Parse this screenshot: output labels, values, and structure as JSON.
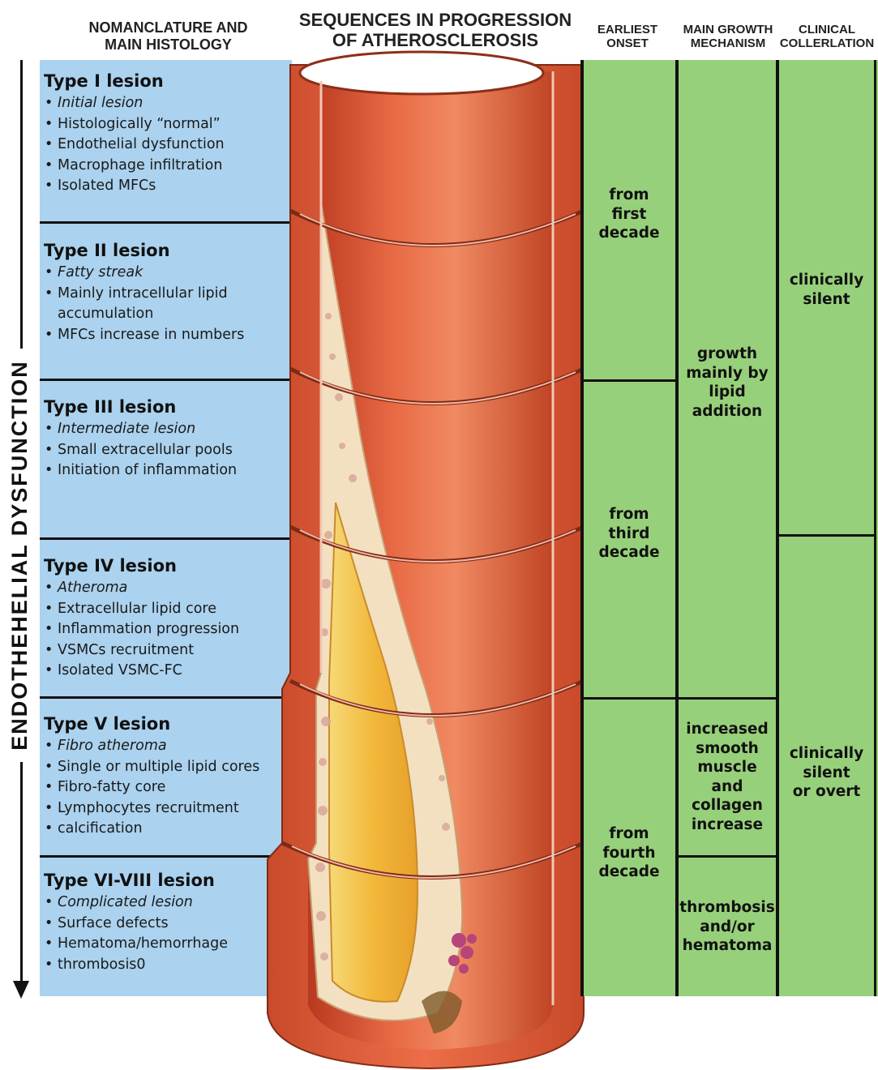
{
  "headers": {
    "nomenclature": [
      "NOMANCLATURE AND",
      "MAIN HISTOLOGY"
    ],
    "sequences": [
      "SEQUENCES IN PROGRESSION",
      "OF ATHEROSCLEROSIS"
    ],
    "onset": [
      "EARLIEST",
      "ONSET"
    ],
    "mechanism": [
      "MAIN GROWTH",
      "MECHANISM"
    ],
    "clinical": [
      "CLINICAL",
      "COLLERLATION"
    ]
  },
  "side_label": "ENDOTHEHELIAL  DYSFUNCTION",
  "lesions": [
    {
      "title": "Type I lesion",
      "items": [
        "Initial lesion",
        "Histologically “normal”",
        "Endothelial dysfunction",
        "Macrophage infiltration",
        "Isolated MFCs"
      ]
    },
    {
      "title": "Type II lesion",
      "items": [
        "Fatty streak",
        "Mainly intracellular lipid",
        "accumulation",
        "MFCs increase in numbers"
      ]
    },
    {
      "title": "Type III lesion",
      "items": [
        "Intermediate lesion",
        "Small extracellular pools",
        "Initiation of inflammation"
      ]
    },
    {
      "title": "Type IV lesion",
      "items": [
        "Atheroma",
        "Extracellular lipid core",
        "Inflammation progression",
        "VSMCs recruitment",
        "Isolated VSMC-FC"
      ]
    },
    {
      "title": "Type V lesion",
      "items": [
        "Fibro atheroma",
        "Single or multiple lipid cores",
        "Fibro-fatty core",
        "Lymphocytes recruitment",
        "calcification"
      ]
    },
    {
      "title": "Type VI-VIII lesion",
      "items": [
        "Complicated lesion",
        "Surface defects",
        "Hematoma/hemorrhage",
        "thrombosis0"
      ]
    }
  ],
  "onset": [
    [
      "from",
      "first",
      "decade"
    ],
    [
      "from",
      "third",
      "decade"
    ],
    [
      "from",
      "fourth",
      "decade"
    ]
  ],
  "mechanism": [
    [
      "growth",
      "mainly by",
      "lipid",
      "addition"
    ],
    [
      "increased",
      "smooth",
      "muscle",
      "and",
      "collagen",
      "increase"
    ],
    [
      "thrombosis",
      "and/or",
      "hematoma"
    ]
  ],
  "clinical": [
    [
      "clinically",
      "silent"
    ],
    [
      "clinically",
      "silent",
      "or overt"
    ]
  ],
  "colors": {
    "panel_blue": "#abd2ee",
    "panel_green": "#97d07a",
    "artery_wall": "#e4603c",
    "artery_wall_dark": "#a8351c",
    "lipid_core": "#f3c03c"
  }
}
